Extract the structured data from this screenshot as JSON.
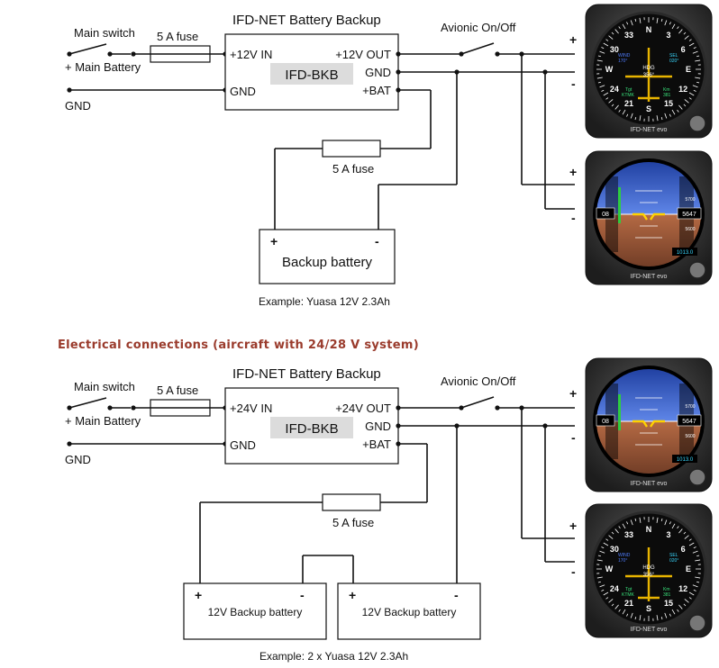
{
  "section_title": "Electrical connections (aircraft with 24/28 V system)",
  "diagram12": {
    "main_switch": "Main switch",
    "main_battery": "+ Main Battery",
    "gnd_in": "GND",
    "fuse_top": "5 A fuse",
    "device_title": "IFD-NET Battery Backup",
    "device_name": "IFD-BKB",
    "pin_in": "+12V IN",
    "pin_gnd_left": "GND",
    "pin_out": "+12V OUT",
    "pin_gnd_right": "GND",
    "pin_bat": "+BAT",
    "avionic": "Avionic On/Off",
    "fuse_bat": "5 A fuse",
    "battery_label": "Backup battery",
    "battery_plus": "+",
    "battery_minus": "-",
    "example": "Example: Yuasa 12V 2.3Ah",
    "term_plus_1": "+",
    "term_minus_1": "-",
    "term_plus_2": "+",
    "term_minus_2": "-"
  },
  "diagram24": {
    "main_switch": "Main switch",
    "main_battery": "+ Main Battery",
    "gnd_in": "GND",
    "fuse_top": "5 A fuse",
    "device_title": "IFD-NET Battery Backup",
    "device_name": "IFD-BKB",
    "pin_in": "+24V IN",
    "pin_gnd_left": "GND",
    "pin_out": "+24V OUT",
    "pin_gnd_right": "GND",
    "pin_bat": "+BAT",
    "avionic": "Avionic On/Off",
    "fuse_bat": "5 A fuse",
    "battery1_label": "12V Backup battery",
    "battery2_label": "12V Backup battery",
    "battery_plus": "+",
    "battery_minus": "-",
    "example": "Example: 2 x Yuasa 12V 2.3Ah",
    "term_plus_1": "+",
    "term_minus_1": "-",
    "term_plus_2": "+",
    "term_minus_2": "-"
  },
  "instrument_hsi": {
    "heading": "HDG",
    "heading_value": "356°",
    "sel_label": "SEL",
    "sel_value": "020°",
    "wind_label": "WIND",
    "wind_value": "170°",
    "tgt_label": "Tgt",
    "tgt_value": "KTMK",
    "km_label": "Km",
    "km_value": "381",
    "scale": [
      "N",
      "3",
      "6",
      "E",
      "12",
      "15",
      "S",
      "21",
      "24",
      "W",
      "30",
      "33"
    ],
    "brand": "IFD-NET evo"
  },
  "instrument_adi": {
    "alt_value": "5647",
    "alt_top": "5700",
    "alt_bottom": "5600",
    "baro": "1013.0",
    "speed_value": "08",
    "brand": "IFD-NET evo",
    "colors": {
      "sky": "#3a62c8",
      "ground": "#9a5a3c",
      "accent": "#ffd200"
    }
  }
}
